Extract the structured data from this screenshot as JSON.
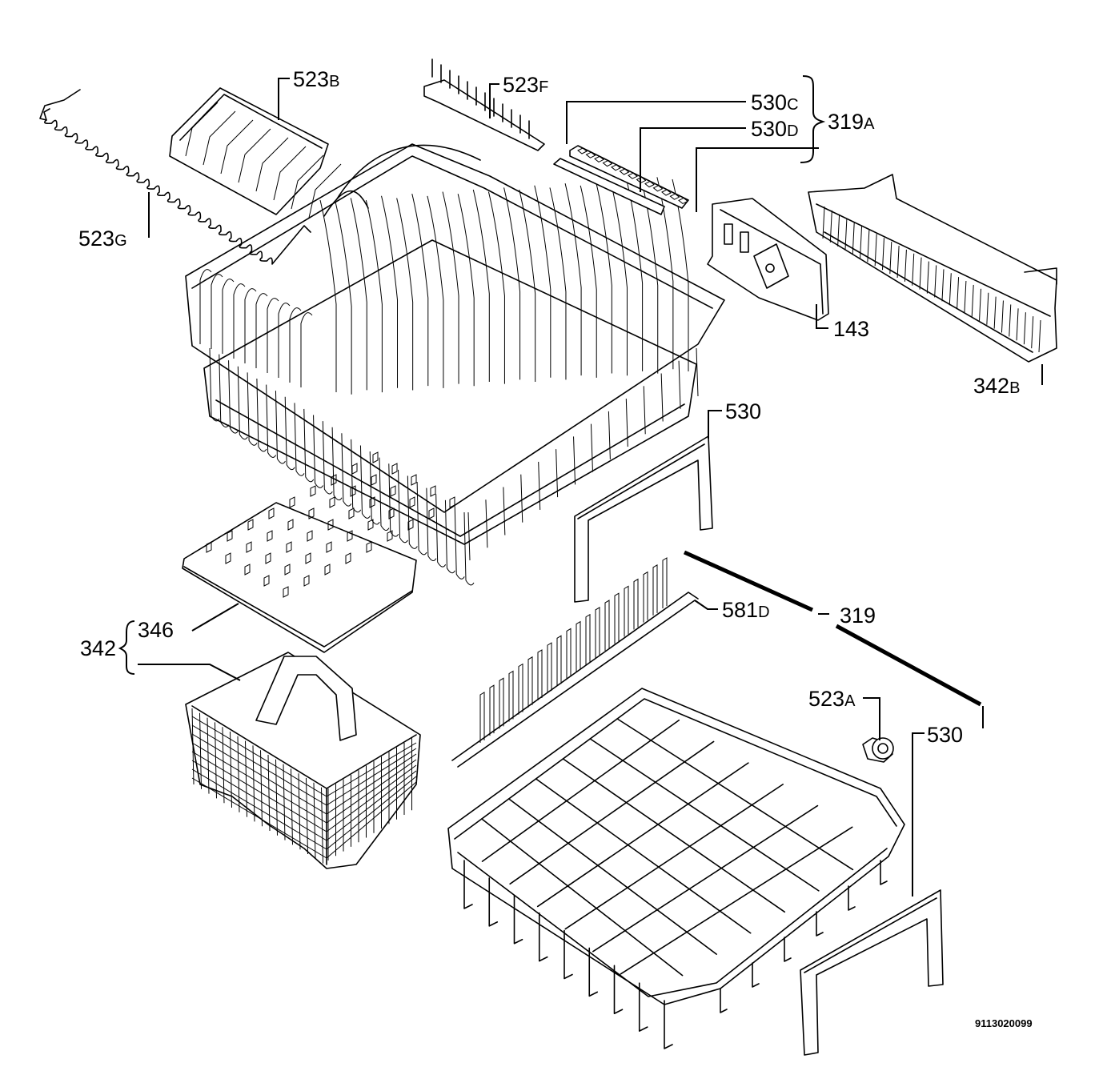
{
  "labels": {
    "l523b": {
      "num": "523",
      "suffix": "B"
    },
    "l523f": {
      "num": "523",
      "suffix": "F"
    },
    "l530c": {
      "num": "530",
      "suffix": "C"
    },
    "l530d": {
      "num": "530",
      "suffix": "D"
    },
    "l319a": {
      "num": "319",
      "suffix": "A"
    },
    "l523g": {
      "num": "523",
      "suffix": "G"
    },
    "l143": {
      "num": "143",
      "suffix": ""
    },
    "l342b": {
      "num": "342",
      "suffix": "B"
    },
    "l530_top": {
      "num": "530",
      "suffix": ""
    },
    "l581d": {
      "num": "581",
      "suffix": "D"
    },
    "l319": {
      "num": "319",
      "suffix": ""
    },
    "l346": {
      "num": "346",
      "suffix": ""
    },
    "l342": {
      "num": "342",
      "suffix": ""
    },
    "l523a": {
      "num": "523",
      "suffix": "A"
    },
    "l530_bottom": {
      "num": "530",
      "suffix": ""
    }
  },
  "document_number": "9113020099",
  "colors": {
    "line": "#000000",
    "background": "#ffffff"
  }
}
